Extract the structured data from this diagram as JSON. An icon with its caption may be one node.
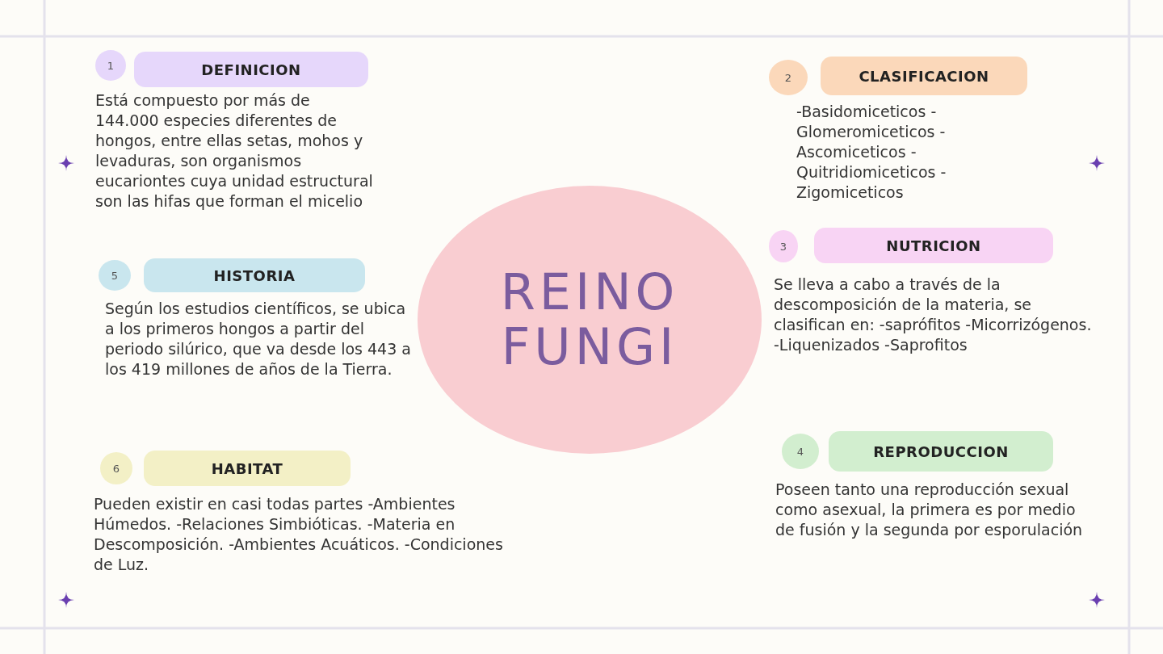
{
  "diagram": {
    "nodes": [
      {
        "text": [
          "1"
        ]
      },
      {
        "text": [
          "DEFINICION"
        ],
        "beside": [
          "Está compuesto por más de 144.000 especies diferentes de hongos, entre ellas setas, mohos y levaduras, son organismos eucariontes cuya unidad estructural son las hifas que forman el micelio"
        ]
      },
      {
        "text": [
          "2"
        ]
      },
      {
        "text": [
          "CLASIFICACION"
        ],
        "beside": [
          "-Basidomiceticos -Glomeromiceticos -Ascomiceticos -Quitridiomiceticos - Zigomiceticos"
        ]
      },
      {
        "text": [
          "REINO FUNGI"
        ]
      },
      {
        "text": [
          "5"
        ]
      },
      {
        "text": [
          "HISTORIA"
        ],
        "beside": [
          "Según los estudios científicos, se ubica a los primeros hongos a partir del periodo silúrico, que va desde los 443 a los 419 millones de años de la Tierra."
        ]
      },
      {
        "text": [
          "3"
        ]
      },
      {
        "text": [
          "NUTRICION"
        ],
        "beside": [
          "Se lleva a cabo a través de la descomposición de la materia, se clasifican en: -saprófitos -Micorrizógenos. -Liquenizados -Saprofitos"
        ]
      },
      {
        "text": [
          "6"
        ]
      },
      {
        "text": [
          "HABITAT"
        ],
        "beside": [
          "Pueden existir en casi todas partes -Ambientes Húmedos. -Relaciones Simbióticas. -Materia en Descomposición. -Ambientes Acuáticos. -Condiciones de Luz."
        ]
      },
      {
        "text": [
          "4"
        ]
      },
      {
        "text": [
          "REPRODUCCION"
        ],
        "beside": [
          "Poseen tanto una reproducción sexual como asexual, la primera es por medio de fusión y la segunda por esporulación"
        ]
      }
    ]
  }
}
